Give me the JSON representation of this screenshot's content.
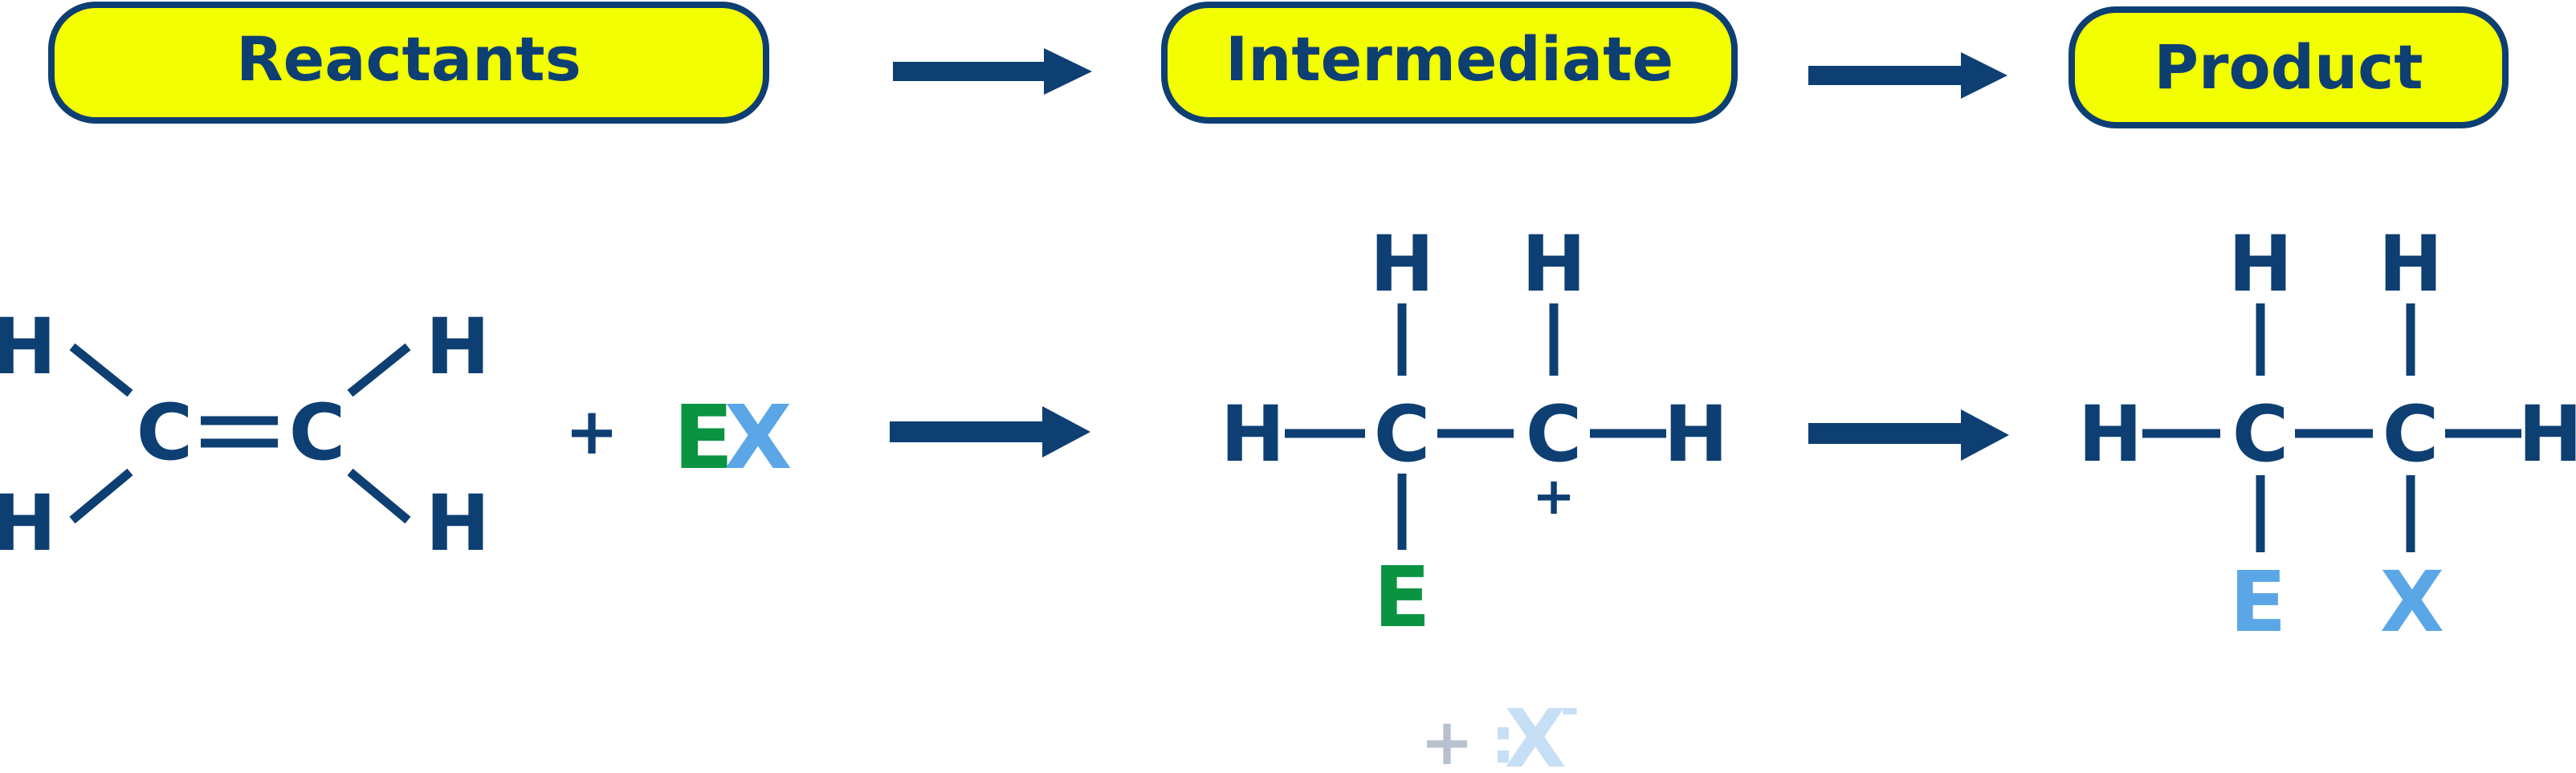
{
  "colors": {
    "navy": "#0e3f73",
    "green": "#0a9441",
    "light_blue": "#5aa6e6",
    "label_fill": "#f3ff00",
    "faded_gray": "#b8c2cf",
    "faded_blue": "#c7dff5"
  },
  "stages": {
    "reactants": "Reactants",
    "intermediate": "Intermediate",
    "product": "Product"
  },
  "reactants": {
    "atoms": {
      "h": "H",
      "c": "C",
      "e": "E",
      "x": "X"
    },
    "plus": "+"
  },
  "intermediate": {
    "atoms": {
      "h": "H",
      "c": "C",
      "e": "E"
    },
    "charge": "+"
  },
  "product": {
    "atoms": {
      "h": "H",
      "c": "C",
      "e": "E",
      "x": "X"
    }
  },
  "byproduct": {
    "plus": "+",
    "lone_pair": ":",
    "anion": "X",
    "charge": "-"
  }
}
